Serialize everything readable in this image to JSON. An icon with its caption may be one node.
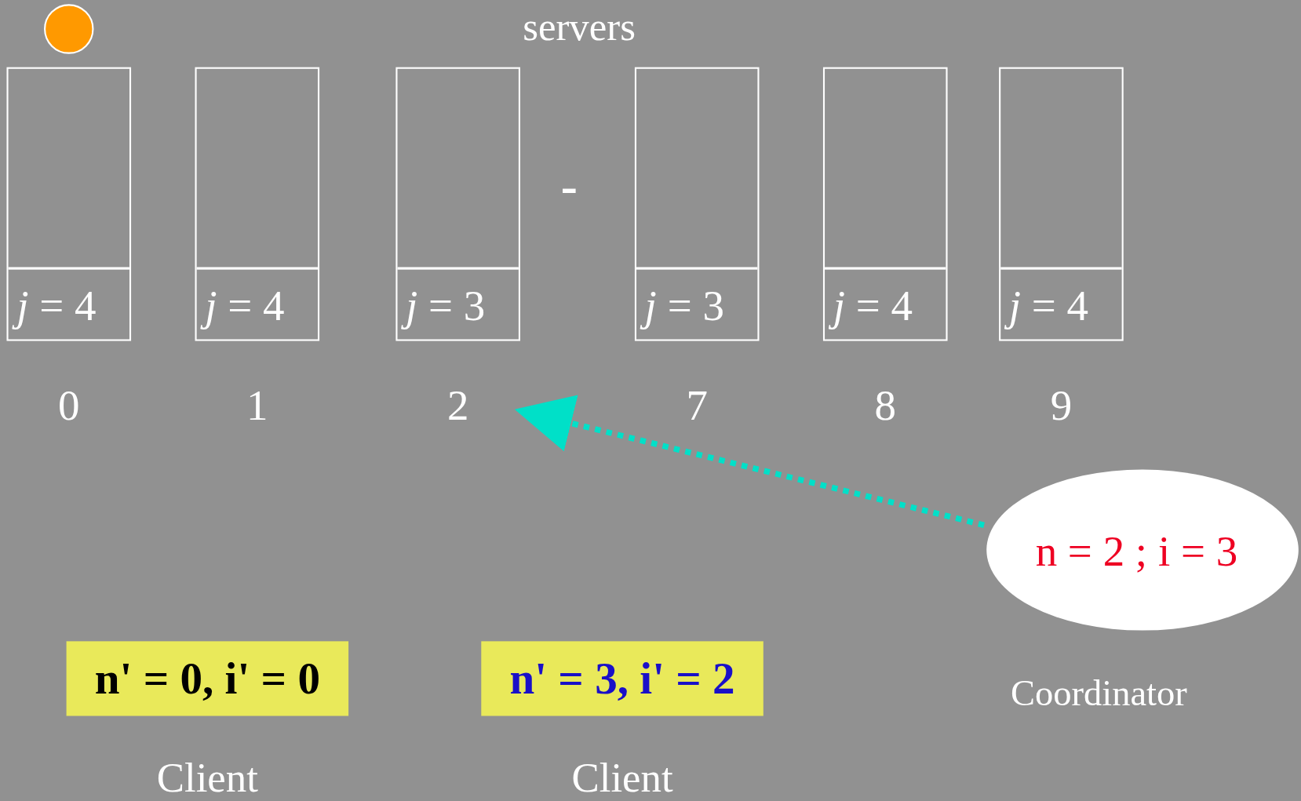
{
  "diagram": {
    "nodes": [
      {
        "text": [
          "*j* = 4"
        ],
        "beside": [
          "0"
        ]
      },
      {
        "text": [
          "*j* = 4"
        ],
        "beside": [
          "1"
        ]
      },
      {
        "text": [
          "*j* = 3"
        ],
        "beside": [
          "2"
        ]
      },
      {
        "text": [
          "*j* = 3"
        ],
        "beside": [
          "7"
        ]
      },
      {
        "text": [
          "*j* = 4"
        ],
        "beside": [
          "8"
        ]
      },
      {
        "text": [
          "*j* = 4"
        ],
        "beside": [
          "9"
        ]
      },
      {
        "text": [
          "n = 2 ; i = 3"
        ],
        "beside": [
          "Coordinator"
        ]
      },
      {
        "text": [
          "n' = 0, i' = 0"
        ],
        "beside": [
          "Client"
        ]
      },
      {
        "text": [
          "n' = 3, i' = 2"
        ],
        "beside": [
          "Client"
        ]
      }
    ],
    "edges": [
      {
        "from": 6,
        "to": 2,
        "arrow": "to",
        "style": "dashed",
        "color": "#00e0c8"
      }
    ],
    "labels": [
      "servers",
      "-"
    ]
  }
}
